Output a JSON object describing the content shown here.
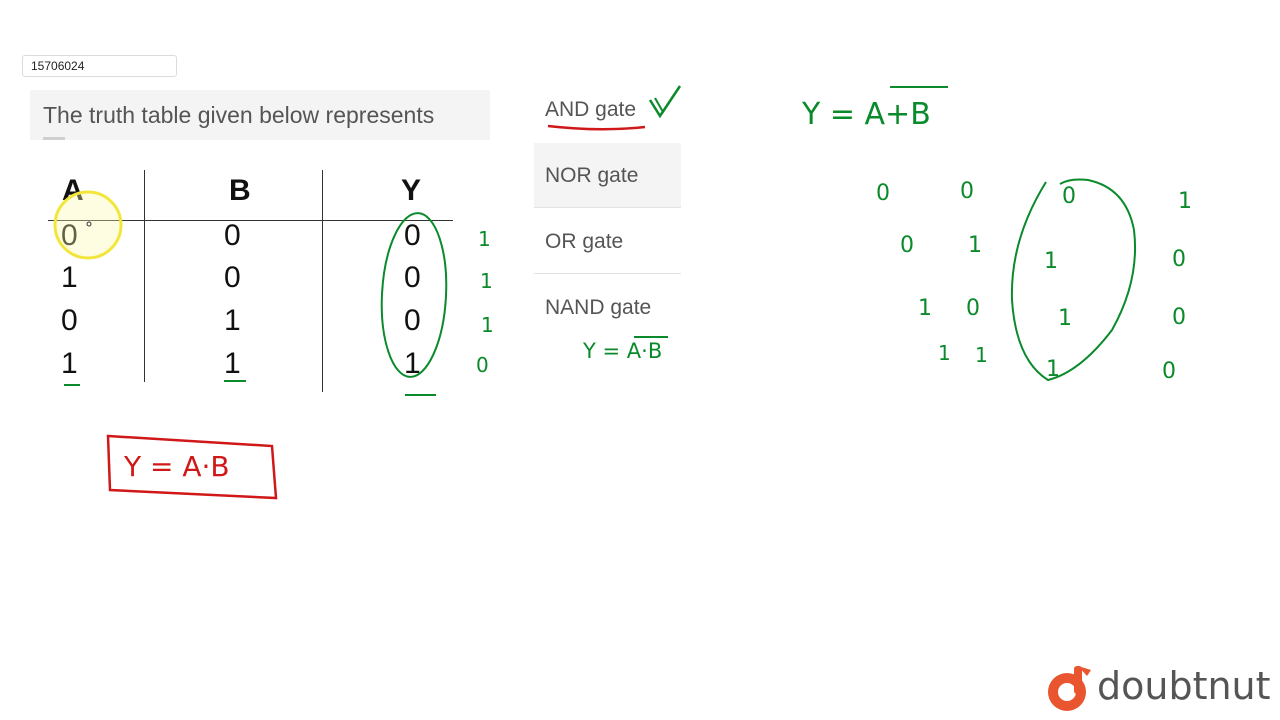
{
  "question": {
    "id": "15706024",
    "text": "The truth table given below represents"
  },
  "truth_table": {
    "headers": [
      "A",
      "B",
      "Y"
    ],
    "rows": [
      [
        "0",
        "0",
        "0"
      ],
      [
        "1",
        "0",
        "0"
      ],
      [
        "0",
        "1",
        "0"
      ],
      [
        "1",
        "1",
        "1"
      ]
    ]
  },
  "options": [
    {
      "label": "AND gate"
    },
    {
      "label": "NOR gate"
    },
    {
      "label": "OR gate"
    },
    {
      "label": "NAND gate"
    }
  ],
  "annotations": {
    "nand_expr": "Y = A·B",
    "boxed_expr": "Y = A·B",
    "nor_expr": "Y = A+B",
    "nand_column": [
      "1",
      "1",
      "1",
      "0"
    ],
    "nor_table": [
      [
        "0",
        "0",
        "0",
        "1"
      ],
      [
        "0",
        "1",
        "1",
        "0"
      ],
      [
        "1",
        "0",
        "1",
        "0"
      ],
      [
        "1",
        "1",
        "1",
        "0"
      ]
    ]
  },
  "brand": {
    "name": "doubtnut",
    "accent": "#e8552f"
  }
}
